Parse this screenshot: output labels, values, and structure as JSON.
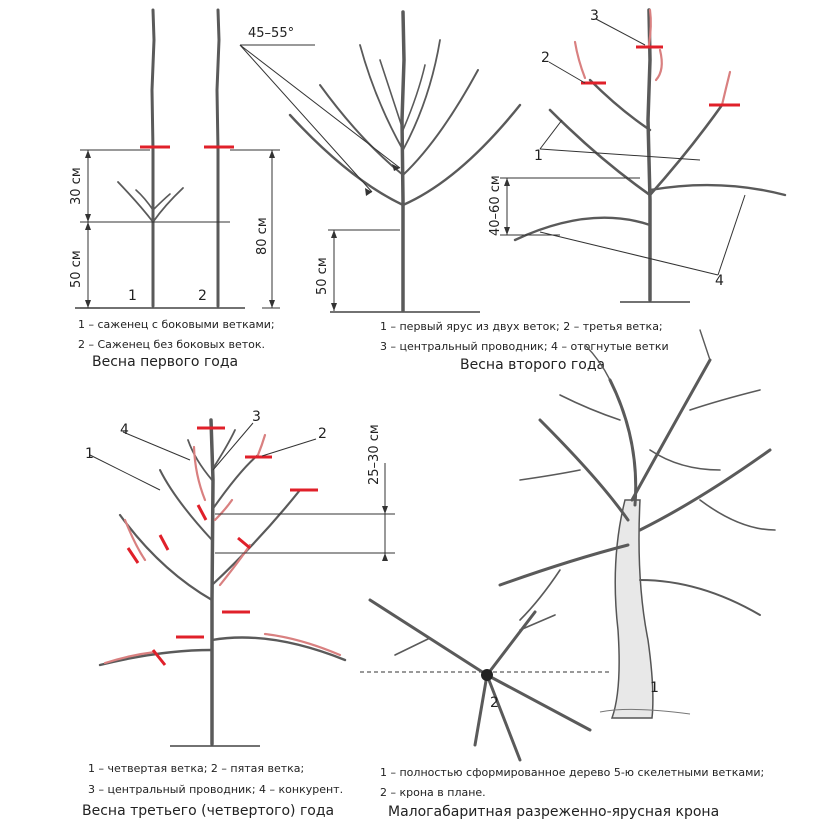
{
  "panel1": {
    "dim_30": "30 см",
    "dim_50": "50 см",
    "dim_80": "80 см",
    "label_1": "1",
    "label_2": "2",
    "caption_1": "1 – саженец с боковыми ветками;",
    "caption_2": "2 – Саженец без боковых веток.",
    "title": "Весна первого года"
  },
  "panel2": {
    "angle": "45–55°",
    "dim_50": "50 см",
    "caption_1": "1 – первый ярус из двух веток; 2 – третья ветка;",
    "caption_2": "3 – центральный проводник; 4 – отогнутые ветки",
    "title": "Весна второго года"
  },
  "panel3": {
    "dim_40_60": "40–60 см",
    "label_1": "1",
    "label_2": "2",
    "label_3": "3",
    "label_4": "4"
  },
  "panel4": {
    "dim_25_30": "25–30 см",
    "label_1": "1",
    "label_2": "2",
    "label_3": "3",
    "label_4": "4",
    "caption_1": "1 – четвертая ветка; 2 – пятая ветка;",
    "caption_2": "3 – центральный проводник; 4 – конкурент.",
    "title": "Весна третьего (четвертого) года"
  },
  "panel5": {
    "label_1": "1",
    "label_2": "2",
    "caption_1": "1 – полностью сформированное дерево 5-ю скелетными ветками;",
    "caption_2": "2 – крона в плане.",
    "title": "Малогабаритная разреженно-ярусная крона"
  },
  "colors": {
    "cut_mark": "#e0202a",
    "branch": "#555555",
    "bud_accent": "#d98080"
  }
}
